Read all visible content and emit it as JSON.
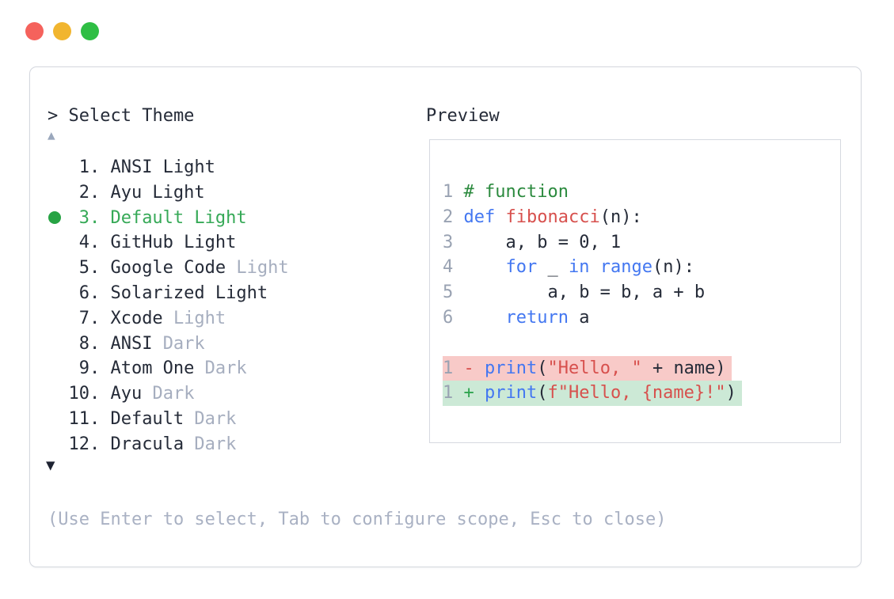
{
  "window": {
    "traffic_lights": [
      {
        "name": "close",
        "color": "#f5625c"
      },
      {
        "name": "minimize",
        "color": "#f1b52f"
      },
      {
        "name": "zoom",
        "color": "#2fbe44"
      }
    ]
  },
  "theme_picker": {
    "title": "> Select Theme",
    "scroll_up_indicator": "▲",
    "scroll_down_indicator": "▼",
    "selected_dot_color": "#27a344",
    "selected_text_color": "#36a957",
    "items": [
      {
        "number": "1.",
        "name": "ANSI Light",
        "suffix": "",
        "selected": false
      },
      {
        "number": "2.",
        "name": "Ayu Light",
        "suffix": "",
        "selected": false
      },
      {
        "number": "3.",
        "name": "Default Light",
        "suffix": "",
        "selected": true
      },
      {
        "number": "4.",
        "name": "GitHub Light",
        "suffix": "",
        "selected": false
      },
      {
        "number": "5.",
        "name": "Google Code",
        "suffix": "Light",
        "selected": false
      },
      {
        "number": "6.",
        "name": "Solarized Light",
        "suffix": "",
        "selected": false
      },
      {
        "number": "7.",
        "name": "Xcode",
        "suffix": "Light",
        "selected": false
      },
      {
        "number": "8.",
        "name": "ANSI",
        "suffix": "Dark",
        "selected": false
      },
      {
        "number": "9.",
        "name": "Atom One",
        "suffix": "Dark",
        "selected": false
      },
      {
        "number": "10.",
        "name": "Ayu",
        "suffix": "Dark",
        "selected": false
      },
      {
        "number": "11.",
        "name": "Default",
        "suffix": "Dark",
        "selected": false
      },
      {
        "number": "12.",
        "name": "Dracula",
        "suffix": "Dark",
        "selected": false
      }
    ],
    "footer_hint": "(Use Enter to select, Tab to configure scope, Esc to close)"
  },
  "preview": {
    "label": "Preview",
    "syntax_colors": {
      "keyword": "#4377f1",
      "function": "#d7504d",
      "string": "#d7504d",
      "comment": "#2b8a3e",
      "plain": "#252b38",
      "line_number": "#99a2b2",
      "removed_bg": "#f8cac8",
      "added_bg": "#cce9d6"
    },
    "code_lines": [
      {
        "num": "1",
        "tokens": [
          [
            "# function",
            "com"
          ]
        ]
      },
      {
        "num": "2",
        "tokens": [
          [
            "def",
            "kw"
          ],
          [
            " ",
            "pl"
          ],
          [
            "fibonacci",
            "fn"
          ],
          [
            "(n):",
            "pl"
          ]
        ]
      },
      {
        "num": "3",
        "tokens": [
          [
            "    a, b = 0, 1",
            "pl"
          ]
        ]
      },
      {
        "num": "4",
        "tokens": [
          [
            "    ",
            "pl"
          ],
          [
            "for",
            "kw"
          ],
          [
            " _ ",
            "pl"
          ],
          [
            "in",
            "kw"
          ],
          [
            " ",
            "pl"
          ],
          [
            "range",
            "kw"
          ],
          [
            "(n):",
            "pl"
          ]
        ]
      },
      {
        "num": "5",
        "tokens": [
          [
            "        a, b = b, a + b",
            "pl"
          ]
        ]
      },
      {
        "num": "6",
        "tokens": [
          [
            "    ",
            "pl"
          ],
          [
            "return",
            "kw"
          ],
          [
            " a",
            "pl"
          ]
        ]
      },
      {
        "blank": true
      },
      {
        "num": "1",
        "diff": "removed",
        "tokens": [
          [
            "-",
            "minus"
          ],
          [
            " ",
            "pl"
          ],
          [
            "print",
            "kw"
          ],
          [
            "(",
            "pl"
          ],
          [
            "\"Hello, \"",
            "str"
          ],
          [
            " + name)",
            "pl"
          ]
        ]
      },
      {
        "num": "1",
        "diff": "added",
        "tokens": [
          [
            "+",
            "plus"
          ],
          [
            " ",
            "pl"
          ],
          [
            "print",
            "kw"
          ],
          [
            "(",
            "pl"
          ],
          [
            "f\"Hello, {name}!\"",
            "str"
          ],
          [
            ")",
            "pl"
          ]
        ]
      }
    ]
  }
}
